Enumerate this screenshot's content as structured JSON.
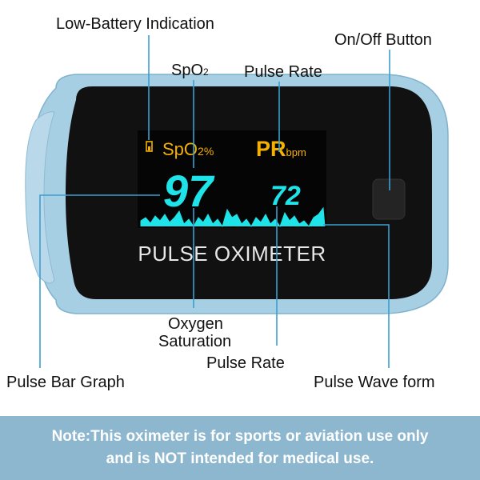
{
  "callouts": {
    "low_battery": "Low-Battery Indication",
    "spo2_top": "SpO",
    "spo2_top_sub": "2",
    "pulse_rate_top": "Pulse Rate",
    "on_off": "On/Off Button",
    "oxygen_saturation_line1": "Oxygen",
    "oxygen_saturation_line2": "Saturation",
    "pulse_rate_bottom": "Pulse Rate",
    "pulse_bar_graph": "Pulse Bar Graph",
    "pulse_waveform": "Pulse Wave form"
  },
  "display": {
    "spo2_label": "SpO",
    "spo2_sub": "2%",
    "pr_label": "PR",
    "pr_unit": "bpm",
    "spo2_value": "97",
    "pulse_value": "72",
    "device_name": "PULSE OXIMETER"
  },
  "note": {
    "line1": "Note:This oximeter is for sports or aviation use only",
    "line2": "and is NOT intended for medical use."
  },
  "colors": {
    "shell": "#a7cfe3",
    "screen": "#0b0b0b",
    "accent_yellow": "#f5b000",
    "accent_cyan": "#1ee3e8",
    "note_bg": "#8cb7cf"
  }
}
